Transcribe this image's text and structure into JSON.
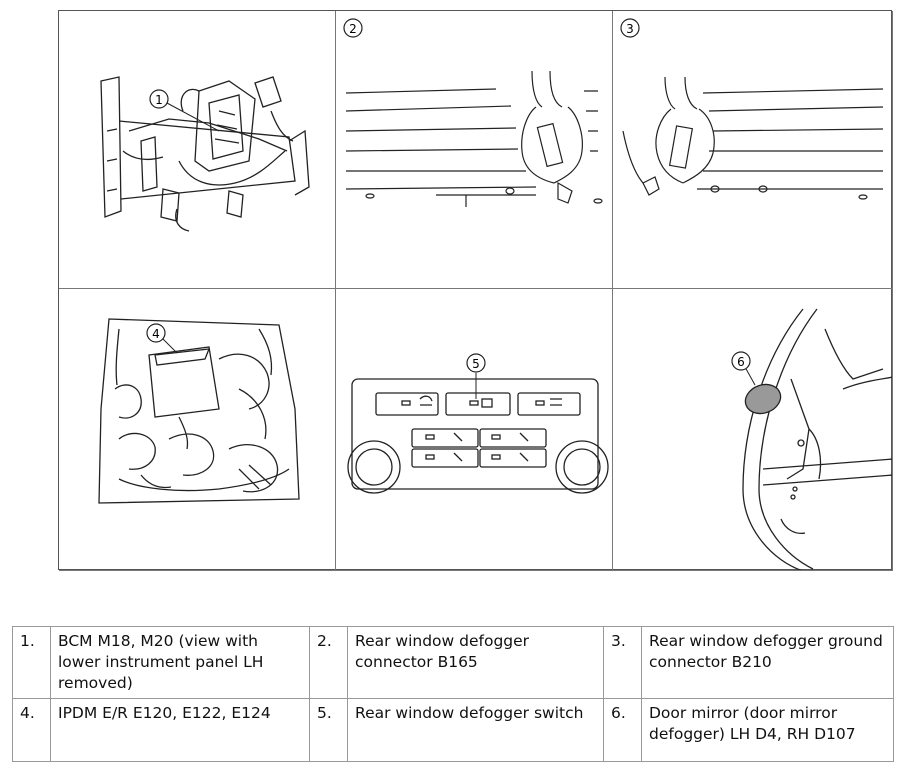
{
  "callouts": [
    "1",
    "2",
    "3",
    "4",
    "5",
    "6"
  ],
  "legend": [
    [
      {
        "num": "1.",
        "text": "BCM M18, M20 (view with lower instrument panel LH removed)"
      },
      {
        "num": "2.",
        "text": "Rear window defogger connector B165"
      },
      {
        "num": "3.",
        "text": "Rear window defogger ground connector B210"
      }
    ],
    [
      {
        "num": "4.",
        "text": "IPDM E/R E120, E122, E124"
      },
      {
        "num": "5.",
        "text": "Rear window defogger switch"
      },
      {
        "num": "6.",
        "text": "Door mirror (door mirror defogger) LH D4, RH D107"
      }
    ]
  ],
  "colors": {
    "line": "#222222",
    "border": "#555555",
    "table_border": "#999999"
  }
}
